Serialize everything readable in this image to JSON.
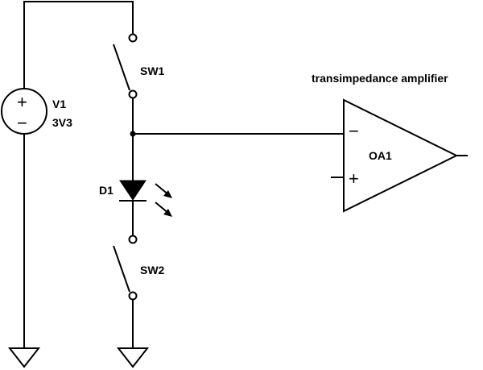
{
  "components": {
    "source": {
      "ref": "V1",
      "value": "3V3",
      "plus": "+",
      "minus": "−"
    },
    "switch1": {
      "ref": "SW1"
    },
    "switch2": {
      "ref": "SW2"
    },
    "diode": {
      "ref": "D1"
    },
    "opamp": {
      "ref": "OA1",
      "inverting": "−",
      "noninverting": "+"
    }
  },
  "annotation": {
    "amplifier_label": "transimpedance amplifier"
  }
}
